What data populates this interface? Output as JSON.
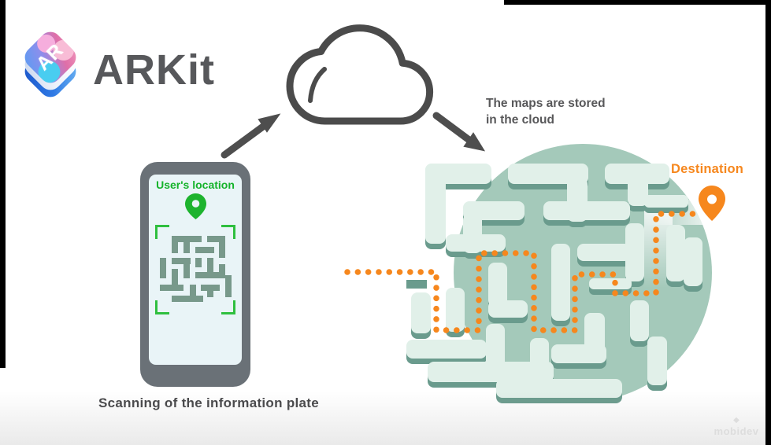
{
  "logo": {
    "badge": "AR",
    "name": "ARKit"
  },
  "cloud": {
    "caption_line1": "The maps are stored",
    "caption_line2": "in the cloud",
    "icon": "cloud-outline-icon"
  },
  "phone": {
    "screen_title": "User's location",
    "caption": "Scanning of the information plate",
    "icons": [
      "map-pin-icon",
      "scan-frame-brackets",
      "maze-qr-pattern"
    ]
  },
  "maze": {
    "destination": "Destination",
    "icons": [
      "map-pin-icon",
      "dotted-route-path"
    ]
  },
  "watermark": {
    "brand": "mobidev",
    "icon": "diamond-logo-icon"
  },
  "colors": {
    "route_orange": "#F6871D",
    "green": "#15B32B",
    "wall_mint": "#E1F0E9",
    "wall_shadow": "#6A9B8D",
    "circle_sage": "#A4C9BA",
    "outline_gray": "#4B4B4B"
  }
}
